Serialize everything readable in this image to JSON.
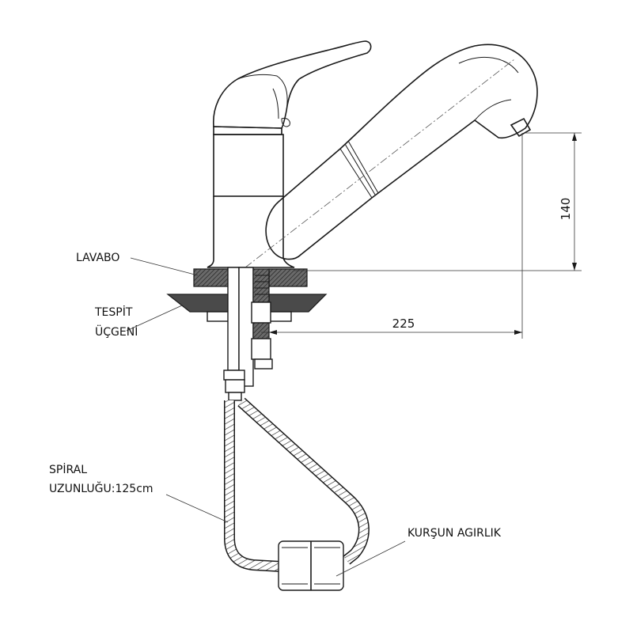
{
  "labels": {
    "sink": "LAVABO",
    "bracket_line1": "TESPİT",
    "bracket_line2": "ÜÇGENİ",
    "hose_line1": "SPİRAL",
    "hose_line2": "UZUNLUĞU:125cm",
    "weight": "KURŞUN AGIRLIK"
  },
  "dimensions": {
    "height": "140",
    "reach": "225"
  },
  "colors": {
    "line": "#1a1a1a",
    "fill_dark": "#4a4a4a",
    "background": "#ffffff"
  }
}
